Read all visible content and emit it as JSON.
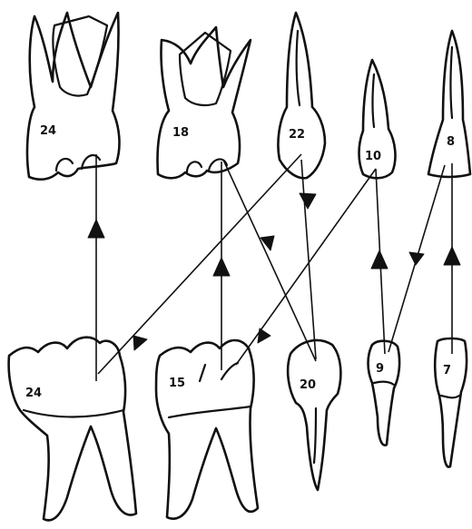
{
  "upper_teeth": [
    {
      "id": "upper-molar-24",
      "label": "24"
    },
    {
      "id": "upper-molar-18",
      "label": "18"
    },
    {
      "id": "upper-premolar-22",
      "label": "22"
    },
    {
      "id": "upper-premolar-10",
      "label": "10"
    },
    {
      "id": "upper-incisor-8",
      "label": "8"
    }
  ],
  "lower_teeth": [
    {
      "id": "lower-molar-24",
      "label": "24"
    },
    {
      "id": "lower-molar-15",
      "label": "15"
    },
    {
      "id": "lower-premolar-20",
      "label": "20"
    },
    {
      "id": "lower-premolar-9",
      "label": "9"
    },
    {
      "id": "lower-incisor-7",
      "label": "7"
    }
  ]
}
